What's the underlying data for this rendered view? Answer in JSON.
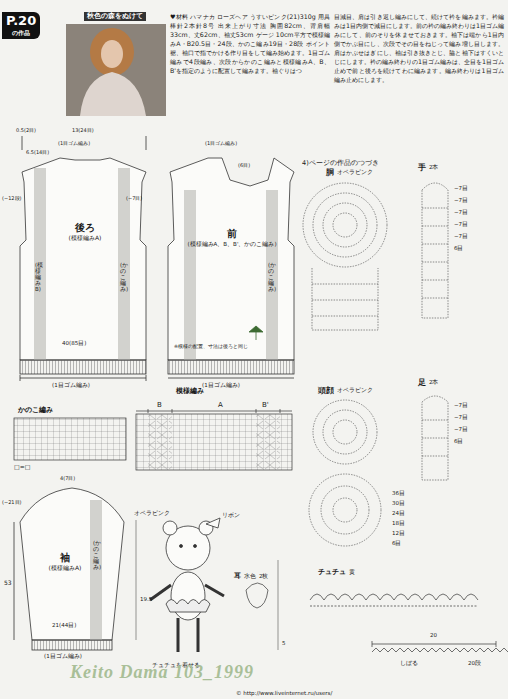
{
  "diagram": {
    "nodes": [
      {
        "text": [
          "P.20",
          "の作品"
        ]
      },
      {
        "text": [
          "秋色の森をぬけて"
        ]
      },
      {
        "text": [
          "後ろ",
          "(模様編みA)"
        ]
      },
      {
        "text": [
          "前",
          "(模様編みA、B、B'、かのこ編み)"
        ]
      },
      {
        "text": [
          "袖",
          "(模様編みA)"
        ]
      },
      {
        "text": [
          "かのこ編み"
        ]
      },
      {
        "text": [
          "模様編み"
        ]
      },
      {
        "text": [
          "胴",
          "オペラピンク"
        ]
      },
      {
        "text": [
          "手",
          "2本"
        ]
      },
      {
        "text": [
          "足",
          "2本"
        ]
      },
      {
        "text": [
          "頭顔",
          "オペラピンク"
        ]
      },
      {
        "text": [
          "耳",
          "水色",
          "2枚"
        ]
      },
      {
        "text": [
          "チュチュ",
          "黄"
        ]
      }
    ],
    "labels": [
      "♥材料 ハマナカ ローズヘア うすいピンク(21)310g 用具 棒針2本針8号 出来上がり寸法 胸囲82cm、背肩幅33cm、丈62cm、袖丈53cm ゲージ 10cm平方で模様編みA・B20.5目・24段、かのこ編み19目・28段 ポイント 裾、袖口で指でかける作り目をして編み始めます。1目ゴム編みで4段編み、次段からかのこ編みと模様編みA、B、B'を指定のように配置して編みます。袖ぐりはつ",
      "目減目、肩は引き返し編みにして、続けて衿を編みます。衿編みは1目内側で減目にします。前の衿の編み終わりは1目ゴム編みにして、前のそりを休ませておきます。袖下は端から1目内側でかぶ目にし、次段でその目をねじって編み増し目します。肩はかぶせはぎにし、袖は引き抜きとじ、脇と袖下はすくいとじにします。衿の編み終わりの1目ゴム編みは、全目を1目ゴム止めで前と後ろを続けてわに編みます。編み終わりは1目ゴム編み止めにします。",
      "4)ページの作品のつづき",
      "0.5(2目)",
      "13(24目)",
      "(1目ゴム編み)",
      "6.5(14目)",
      "(−7目)",
      "(−12段)",
      "40(85目)",
      "(1目ゴム編み)",
      "(1目ゴム編み)",
      "(6目)",
      "※模様の配置、寸法は後ろと同じ",
      "(1目ゴム編み)",
      "(模様編みB)",
      "(かのこ編み)",
      "(かのこ編み)",
      "B",
      "A",
      "B'",
      "□=□",
      "(−21目)",
      "4(7目)",
      "53",
      "(かのこ編み)",
      "21(44目)",
      "(1目ゴム編み)",
      "リボン",
      "オペラピンク",
      "19.5",
      "5",
      "チュチュを着せる",
      "−7目",
      "−7目",
      "−7目",
      "−7目",
      "−7目",
      "6目",
      "−7目",
      "−7目",
      "−7目",
      "6目",
      "6目",
      "12目",
      "18目",
      "24目",
      "30目",
      "36目",
      "20",
      "20段",
      "しぼる",
      "Keito Dama 103_1999",
      "© http://www.liveinternet.ru/users/"
    ]
  }
}
